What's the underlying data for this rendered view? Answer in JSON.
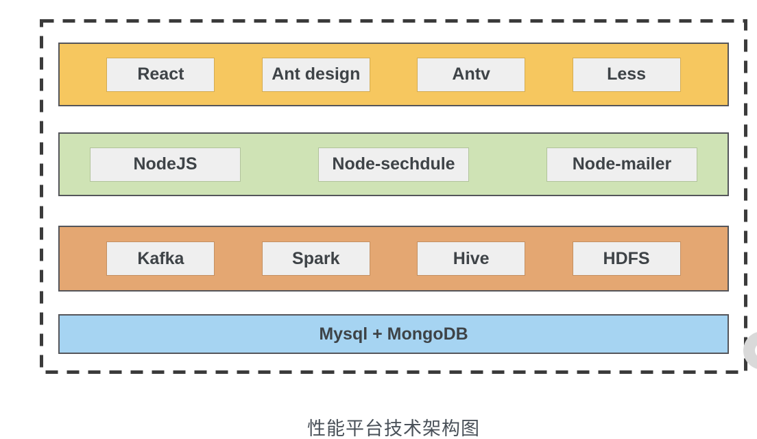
{
  "theme": {
    "page_bg": "#ffffff",
    "dash_color": "#3b3b3b",
    "layer_border": "#54555a",
    "chip_bg": "#efefef",
    "text_color": "#3e4347",
    "caption_color": "#4a5159",
    "widget_bg": "#d9d9d9",
    "widget_glyph": "#ffffff"
  },
  "diagram": {
    "caption": "性能平台技术架构图",
    "layers": [
      {
        "id": "frontend",
        "color": "#f6c75f",
        "items": [
          "React",
          "Ant design",
          "Antv",
          "Less"
        ]
      },
      {
        "id": "node",
        "color": "#cfe3b5",
        "items": [
          "NodeJS",
          "Node-sechdule",
          "Node-mailer"
        ]
      },
      {
        "id": "bigdata",
        "color": "#e4a772",
        "items": [
          "Kafka",
          "Spark",
          "Hive",
          "HDFS"
        ]
      },
      {
        "id": "storage",
        "color": "#a6d4f2",
        "items": [
          "Mysql + MongoDB"
        ]
      }
    ]
  }
}
